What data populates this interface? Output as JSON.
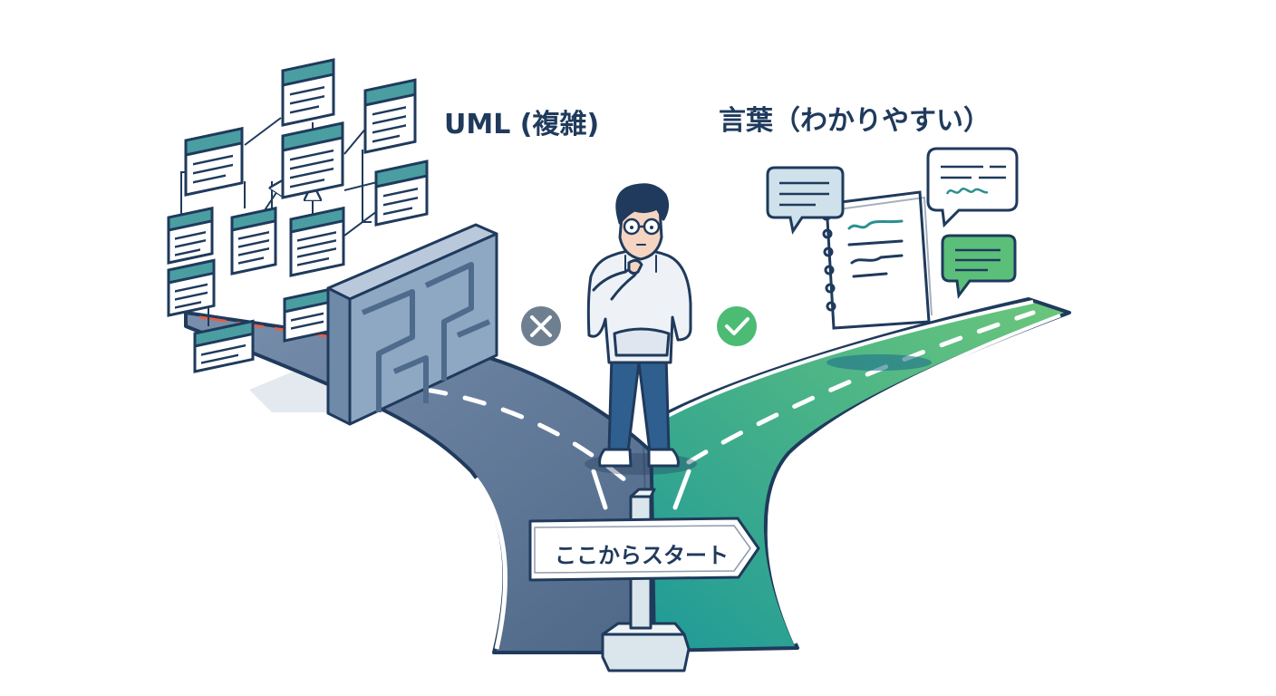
{
  "labels": {
    "uml": "UML (複雑)",
    "words": "言葉（わかりやすい）",
    "sign": "ここからスタート"
  },
  "icons": {
    "left_mark": "x-circle-icon",
    "right_mark": "check-circle-icon"
  },
  "colors": {
    "ink": "#1f3a5c",
    "left_road": "#5d7391",
    "right_road": "#27a39a",
    "right_road_far": "#5bbf7a",
    "card_header": "#4a9ea2",
    "wall": "#7f9bb8",
    "x_mark": "#6e7f90",
    "check_mark": "#4cbb74"
  }
}
